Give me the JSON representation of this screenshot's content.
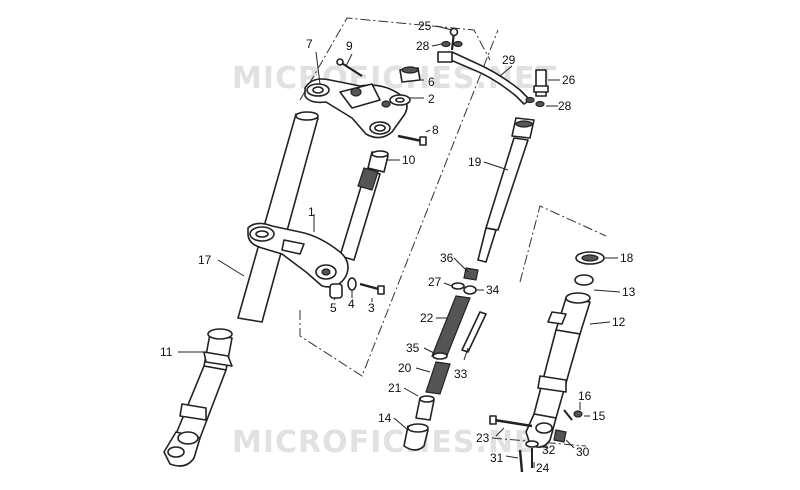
{
  "watermark_text": "MICROFICHES.NET",
  "callouts": {
    "c1": "1",
    "c2": "2",
    "c3": "3",
    "c4": "4",
    "c5": "5",
    "c6": "6",
    "c7": "7",
    "c8": "8",
    "c9": "9",
    "c10": "10",
    "c11": "11",
    "c12": "12",
    "c13": "13",
    "c14": "14",
    "c15": "15",
    "c16": "16",
    "c17": "17",
    "c18": "18",
    "c19": "19",
    "c20": "20",
    "c21": "21",
    "c22": "22",
    "c23": "23",
    "c24": "24",
    "c25": "25",
    "c26": "26",
    "c27": "27",
    "c28a": "28",
    "c28b": "28",
    "c29": "29",
    "c30": "30",
    "c31": "31",
    "c32": "32",
    "c33": "33",
    "c34": "34",
    "c35": "35",
    "c36": "36"
  }
}
